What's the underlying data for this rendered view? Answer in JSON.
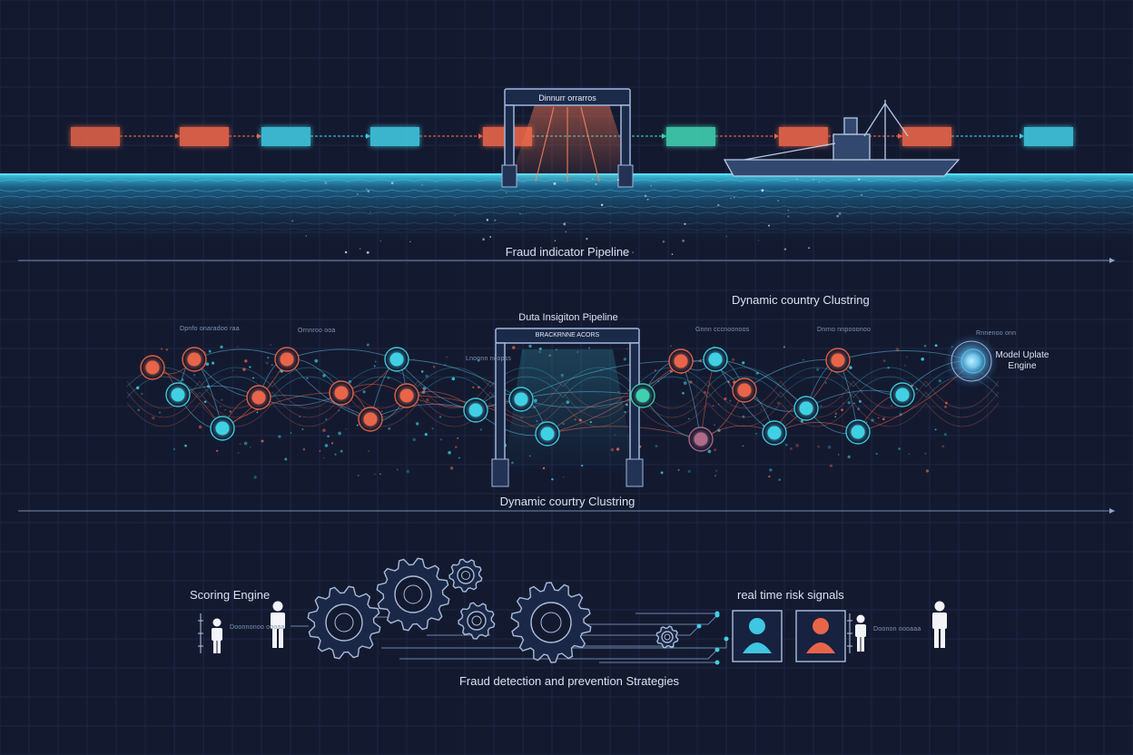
{
  "colors": {
    "background": "#131a30",
    "grid": "#1d2744",
    "orange": "#e8654a",
    "teal": "#3fd0e4",
    "green": "#3fcfb0",
    "pink": "#b06a8a",
    "line": "#8fa4c8"
  },
  "labels": {
    "gate_top_sign": "Dinnurr orrarros",
    "section_1_title": "Fraud indicator Pipeline",
    "section_2_heading": "Dynamic country Clustring",
    "gate_mid_title": "Duta Insigiton Pipeline",
    "gate_mid_sign": "BRACKRNNE ACORS",
    "section_2_title": "Dynamic courtry Clustring",
    "model_update": "Model Uplate Engine",
    "scoring_engine": "Scoring Engine",
    "risk_signals": "real time risk signals",
    "section_3_title": "Fraud detection and prevention Strategies"
  },
  "micro_labels": {
    "node_a": "Dpnfo onaradoo raa",
    "node_b": "Ornnroo ooa",
    "node_c": "Lnoonn ncopss",
    "node_d": "Gnnn cccnoonoos",
    "node_e": "Dnrno nnpooonoo",
    "node_f": "Rnnenoo onn",
    "scoring_note": "Doonnonoo oooaa",
    "risk_note": "Doonon oooaaa"
  },
  "icons": {
    "gate": "gate-icon",
    "ship": "ship-icon",
    "gear": "gear-icon",
    "person": "person-icon",
    "avatar": "user-avatar-icon",
    "globe": "glow-orb-icon"
  }
}
